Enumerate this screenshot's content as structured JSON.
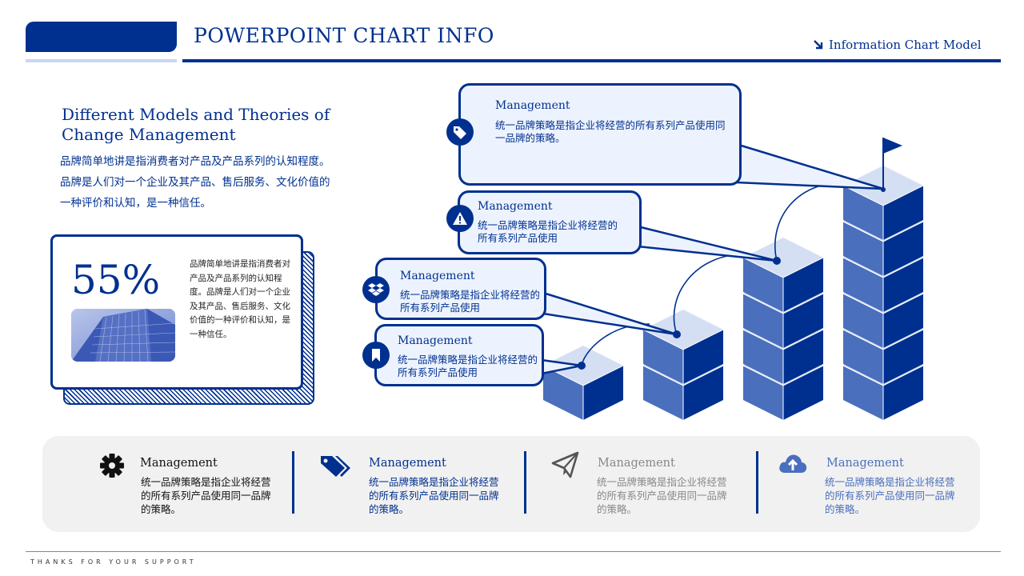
{
  "header": {
    "title": "POWERPOINT CHART INFO",
    "subtitle": "Information Chart Model",
    "arrow_icon": "arrow-down-right-icon"
  },
  "intro": {
    "title": "Different Models and Theories of Change Management",
    "body": "品牌简单地讲是指消费者对产品及产品系列的认知程度。品牌是人们对一个企业及其产品、售后服务、文化价值的一种评价和认知，是一种信任。"
  },
  "stat_card": {
    "percent": "55%",
    "text": "品牌简单地讲是指消费者对产品及产品系列的认知程度。品牌是人们对一个企业及其产品、售后服务、文化价值的一种评价和认知，是一种信任。"
  },
  "callouts": [
    {
      "title": "Management",
      "body": "统一品牌策略是指企业将经营的所有系列产品使用同一品牌的策略。",
      "icon": "tag-icon"
    },
    {
      "title": "Management",
      "body": "统一品牌策略是指企业将经营的所有系列产品使用",
      "icon": "warning-icon"
    },
    {
      "title": "Management",
      "body": "统一品牌策略是指企业将经营的所有系列产品使用",
      "icon": "dropbox-icon"
    },
    {
      "title": "Management",
      "body": "统一品牌策略是指企业将经营的所有系列产品使用",
      "icon": "bookmark-icon"
    }
  ],
  "features": [
    {
      "title": "Management",
      "body": "统一品牌策略是指企业将经营的所有系列产品使用同一品牌的策略。",
      "icon": "gear-icon",
      "color": "#111111"
    },
    {
      "title": "Management",
      "body": "统一品牌策略是指企业将经营的所有系列产品使用同一品牌的策略。",
      "icon": "tags-icon",
      "color": "#00308f"
    },
    {
      "title": "Management",
      "body": "统一品牌策略是指企业将经营的所有系列产品使用同一品牌的策略。",
      "icon": "paper-plane-icon",
      "color": "#888888"
    },
    {
      "title": "Management",
      "body": "统一品牌策略是指企业将经营的所有系列产品使用同一品牌的策略。",
      "icon": "cloud-upload-icon",
      "color": "#4a6fbd"
    }
  ],
  "footer": {
    "text": "THANKS FOR YOUR SUPPORT"
  },
  "colors": {
    "primary": "#00308f",
    "light": "#c8d6f2",
    "callout_bg": "#edf3fe",
    "cube_top": "#d5dff3",
    "cube_left": "#4a6fbd",
    "cube_right": "#00308f",
    "panel_bg": "#f1f1f1"
  }
}
